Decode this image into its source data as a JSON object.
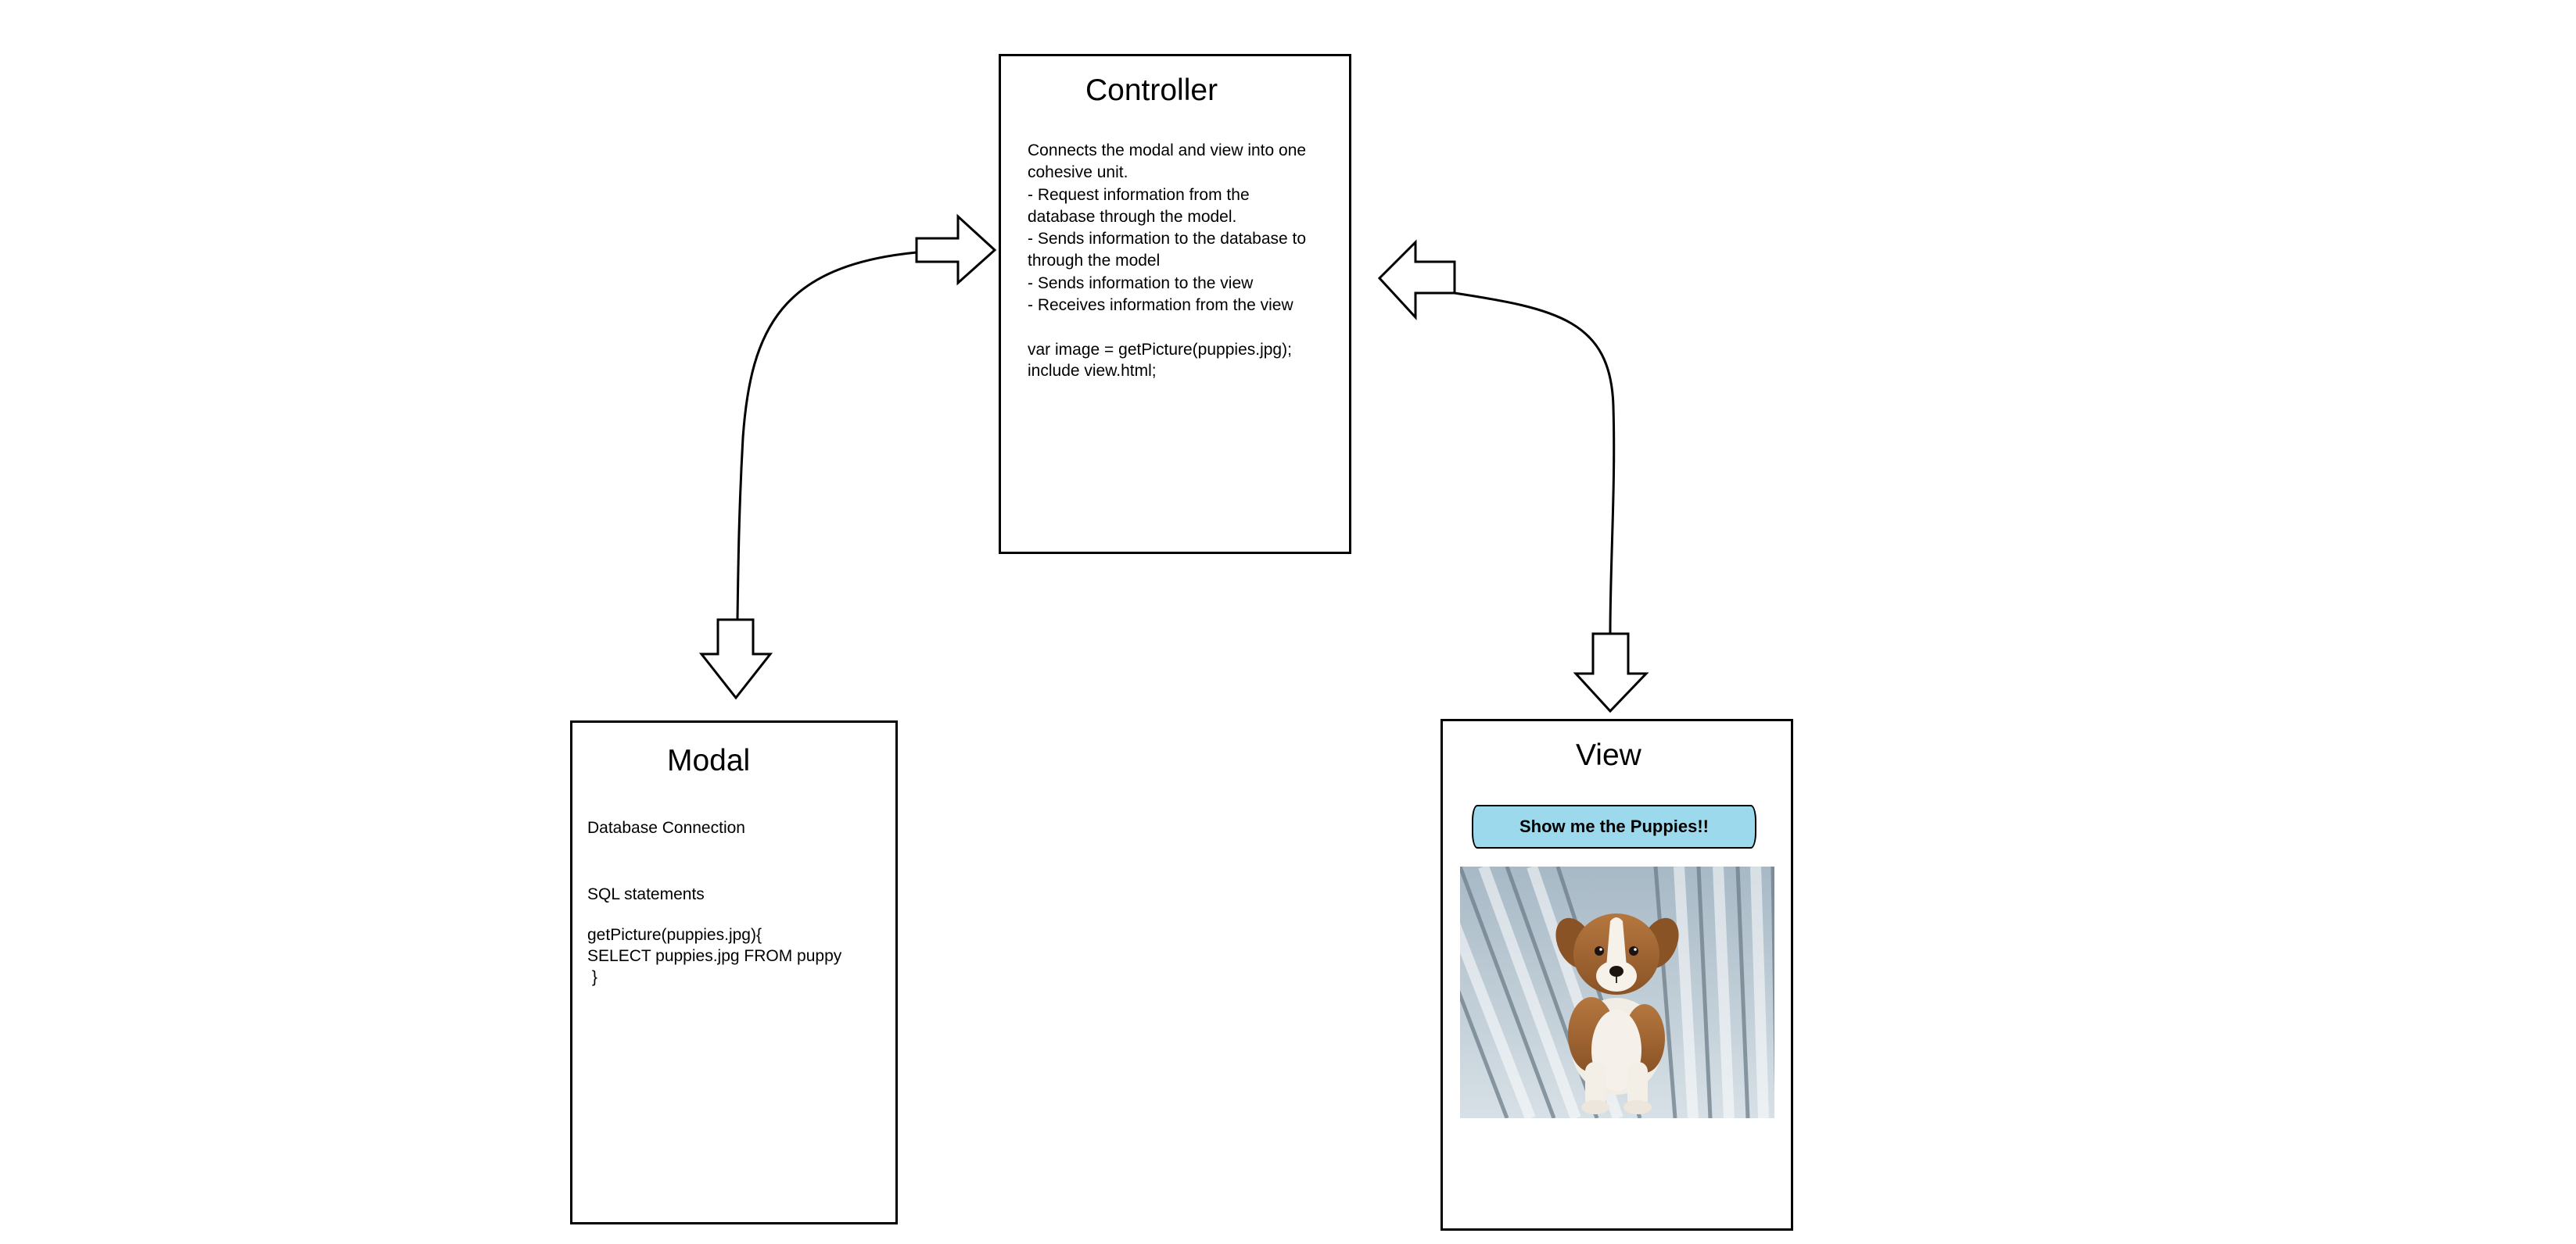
{
  "controller": {
    "title": "Controller",
    "description": "Connects the modal and view into one\ncohesive unit.\n- Request information from the\ndatabase through the model.\n- Sends information to the database to\nthrough the model\n- Sends information to the view\n- Receives information from the view",
    "code": "var image = getPicture(puppies.jpg);\ninclude view.html;"
  },
  "modal": {
    "title": "Modal",
    "description": "Database Connection\n\n\nSQL statements",
    "code": "getPicture(puppies.jpg){\nSELECT puppies.jpg FROM puppy\n }"
  },
  "view": {
    "title": "View",
    "button_label": "Show me the Puppies!!",
    "button_color": "#9dd9ec",
    "image": "puppy-photo"
  }
}
